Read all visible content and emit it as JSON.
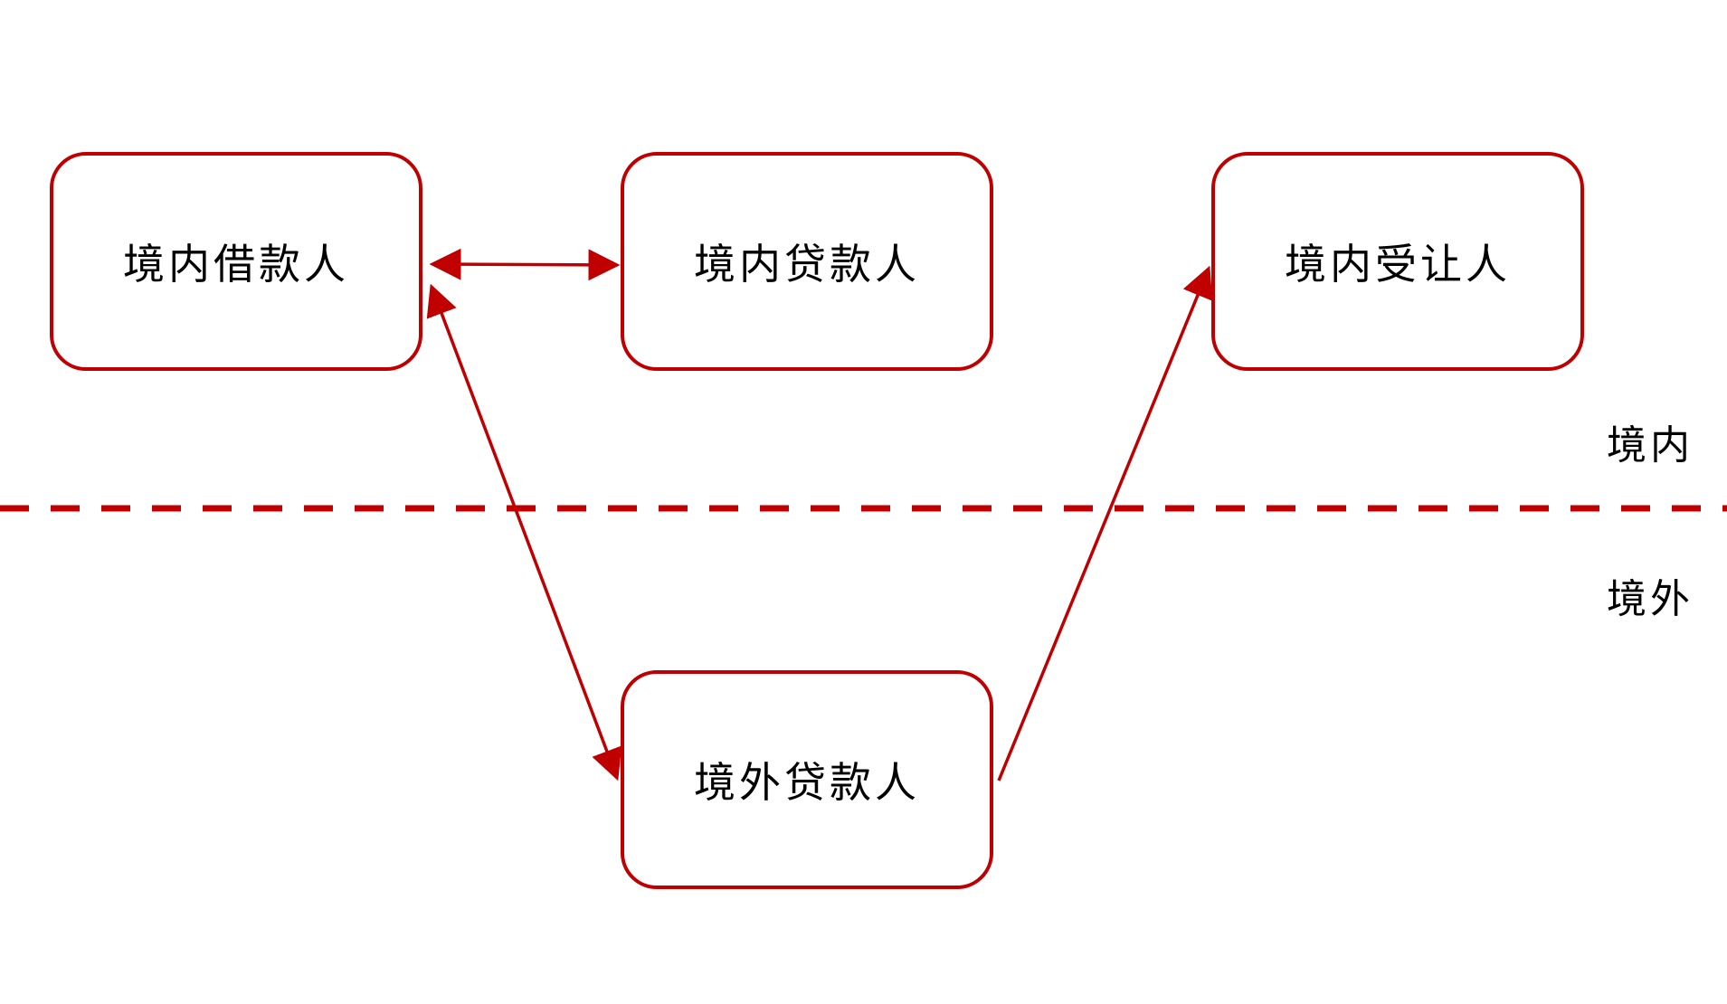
{
  "nodes": {
    "domestic_borrower": "境内借款人",
    "domestic_lender": "境内贷款人",
    "domestic_transferee": "境内受让人",
    "overseas_lender": "境外贷款人"
  },
  "regions": {
    "domestic": "境内",
    "overseas": "境外"
  },
  "colors": {
    "accent": "#c00000",
    "text": "#000000",
    "background": "#ffffff"
  }
}
